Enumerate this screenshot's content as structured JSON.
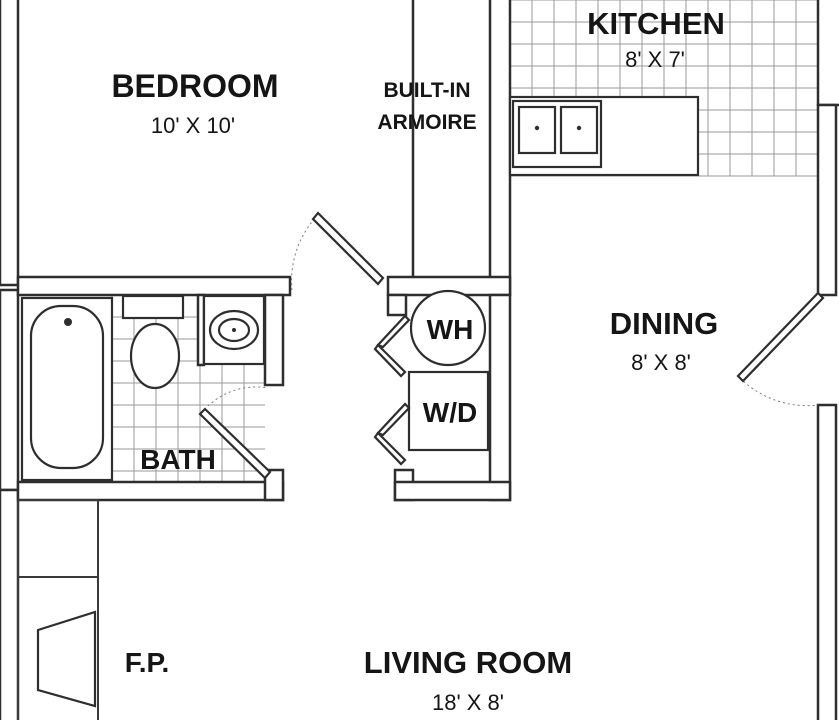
{
  "rooms": {
    "bedroom": {
      "name": "BEDROOM",
      "dim": "10' X 10'"
    },
    "armoire": {
      "line1": "BUILT-IN",
      "line2": "ARMOIRE"
    },
    "kitchen": {
      "name": "KITCHEN",
      "dim": "8' X 7'"
    },
    "dining": {
      "name": "DINING",
      "dim": "8' X 8'"
    },
    "bath": {
      "name": "BATH"
    },
    "living": {
      "name": "LIVING ROOM",
      "dim": "18' X 8'"
    },
    "fireplace": {
      "name": "F.P."
    }
  },
  "appliances": {
    "water_heater": "WH",
    "washer_dryer": "W/D"
  },
  "colors": {
    "wall": "#2e2e2e",
    "tile_line": "#9a9a9a",
    "background": "#ffffff"
  }
}
